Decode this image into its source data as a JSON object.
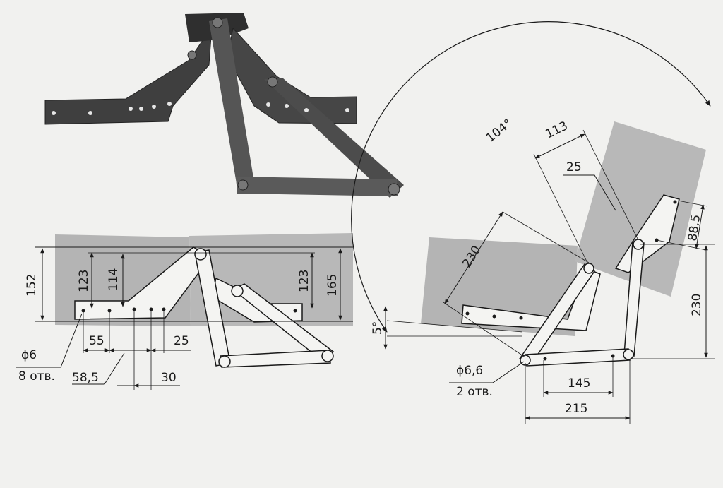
{
  "photo": {
    "colors": {
      "metal_dark": "#3b3b3b",
      "metal_mid": "#555555",
      "metal_light": "#6e6e6e",
      "hole": "#e6e6e6"
    }
  },
  "left_drawing": {
    "dims": {
      "d152": "152",
      "d123a": "123",
      "d114": "114",
      "d123b": "123",
      "d165": "165",
      "d55": "55",
      "d25": "25",
      "d58_5": "58,5",
      "d30": "30"
    },
    "hole_callout": {
      "diameter": "ϕ6",
      "count": "8 отв."
    }
  },
  "right_drawing": {
    "dims": {
      "angle104": "104°",
      "d113": "113",
      "d25": "25",
      "d230a": "230",
      "d88_5": "88,5",
      "d230b": "230",
      "angle5": "5°",
      "d145": "145",
      "d215": "215"
    },
    "hole_callout": {
      "diameter": "ϕ6,6",
      "count": "2 отв."
    }
  },
  "colors": {
    "background": "#f1f1ef",
    "panel": "#b4b4b4",
    "plate": "#f4f4f2",
    "line": "#1a1a1a"
  }
}
